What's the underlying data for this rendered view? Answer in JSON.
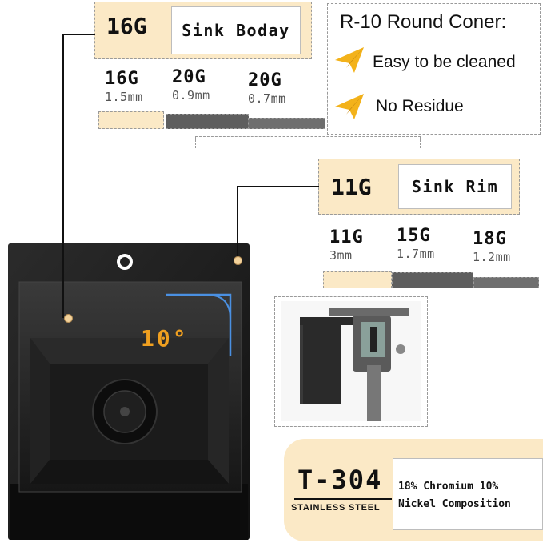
{
  "body_spec": {
    "gauge": "16G",
    "title": "Sink Boday",
    "options": [
      {
        "gauge": "16G",
        "thickness": "1.5mm"
      },
      {
        "gauge": "20G",
        "thickness": "0.9mm"
      },
      {
        "gauge": "20G",
        "thickness": "0.7mm"
      }
    ]
  },
  "features": {
    "title": "R-10 Round Coner:",
    "items": [
      "Easy to be cleaned",
      "No Residue"
    ]
  },
  "rim_spec": {
    "gauge": "11G",
    "title": "Sink Rim",
    "options": [
      {
        "gauge": "11G",
        "thickness": "3mm"
      },
      {
        "gauge": "15G",
        "thickness": "1.7mm"
      },
      {
        "gauge": "18G",
        "thickness": "1.2mm"
      }
    ]
  },
  "angle_label": "10°",
  "material": {
    "grade": "T-304",
    "subtitle": "STAINLESS STEEL",
    "composition_line1": "18% Chromium 10%",
    "composition_line2": "Nickel Composition"
  },
  "colors": {
    "cream": "#fbe9c6",
    "bar_dark": "#5e5e5e",
    "bar_mid": "#6f6f6f",
    "angle_orange": "#f0a020",
    "angle_blue": "#4a90e2",
    "arrow_orange": "#f3b21a"
  }
}
